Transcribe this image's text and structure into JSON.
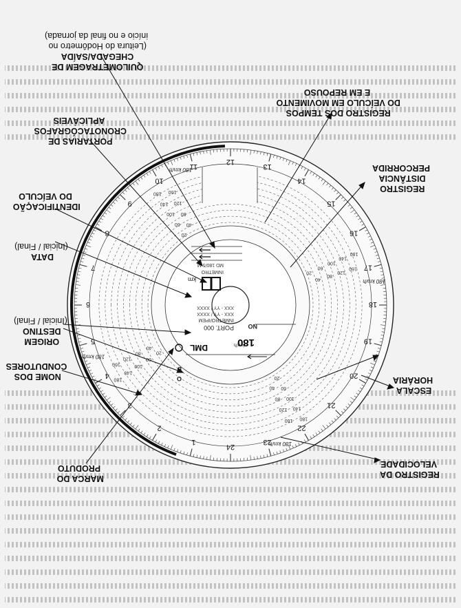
{
  "callouts": [
    {
      "id": "velocidade",
      "lines": [
        "REGISTRO DA",
        "VELOCIDADE"
      ]
    },
    {
      "id": "escala",
      "lines": [
        "ESCALA",
        "HORÁRIA"
      ]
    },
    {
      "id": "distancia",
      "lines": [
        "REGISTRO",
        "DISTÂNCIA",
        "PERCORRIDA"
      ]
    },
    {
      "id": "tempos",
      "lines": [
        "REGISTRO DOS TEMPOS",
        "DO VEÍCULO EM MOVIMENTO",
        "E EM REPOUSO"
      ]
    },
    {
      "id": "quilometragem",
      "lines": [
        "QUILOMETRAGEM DE",
        "CHEGADA/SAÍDA",
        "(Leitura do Hodômetro no",
        "início e no final da jornada)"
      ]
    },
    {
      "id": "portarias",
      "lines": [
        "PORTARIAS DE",
        "CRONOTACÓGRAFOS",
        "APLICÁVEIS"
      ]
    },
    {
      "id": "identificacao",
      "lines": [
        "IDENTIFICAÇÃO",
        "DO VEÍCULO"
      ]
    },
    {
      "id": "data",
      "lines": [
        "DATA",
        "(Inicial / Final)"
      ]
    },
    {
      "id": "origem",
      "lines": [
        "ORIGEM",
        "DESTINO",
        "(Inicial / Final)"
      ]
    },
    {
      "id": "condutores",
      "lines": [
        "NOME DOS",
        "CONDUTORES"
      ]
    },
    {
      "id": "marca",
      "lines": [
        "MARCA DO",
        "PRODUTO"
      ]
    }
  ],
  "disc": {
    "hours": [
      "1",
      "2",
      "3",
      "4",
      "5",
      "6",
      "7",
      "8",
      "9",
      "10",
      "11",
      "12",
      "13",
      "14",
      "15",
      "16",
      "17",
      "18",
      "19",
      "20",
      "21",
      "22",
      "23",
      "24"
    ],
    "speed_unit": "km/h",
    "speed_ticks": [
      "20",
      "40",
      "60",
      "80",
      "100",
      "120",
      "140",
      "160",
      "180"
    ],
    "max_speed": "180",
    "brand": "DML",
    "center_texts": [
      "PORT. 000",
      "INMETRO/IPEM",
      "XXX - YY / XXXX",
      "XXX - YY / XXXX"
    ],
    "center_brand": "INMETRO",
    "center_code": "MD 180/5 M",
    "nome_label": "NO",
    "arrows_label": "km",
    "dest_symbol": "D",
    "origem_symbol": "O"
  }
}
